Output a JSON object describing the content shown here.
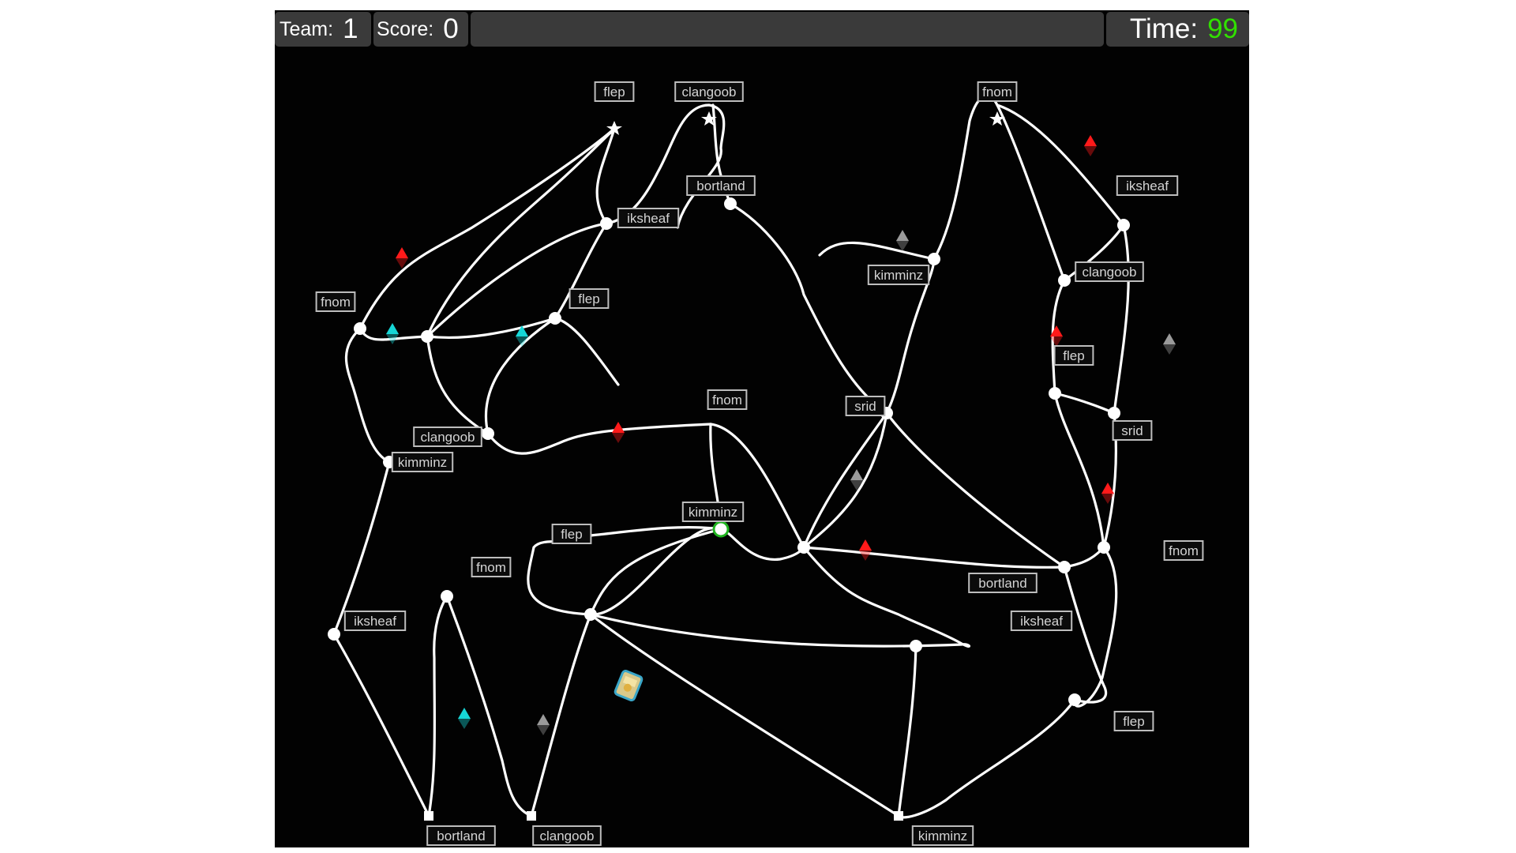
{
  "hud": {
    "team_label": "Team:",
    "team_value": "1",
    "score_label": "Score:",
    "score_value": "0",
    "time_label": "Time:",
    "time_value": "99"
  },
  "colors": {
    "background": "#020202",
    "road": "#ffffff",
    "hud_panel": "#3a3a3a",
    "time_value": "#31e000",
    "current_node_ring": "#1fb41f",
    "red_marker": "#ff1a1a",
    "cyan_marker": "#16d6d6",
    "gray_marker": "#9a9a9a",
    "label_border": "#bdbdbd",
    "label_text": "#d4d4d4"
  },
  "icons": {
    "destination": "star-icon",
    "depot": "square-icon",
    "junction": "circle-icon",
    "marker": "triangle-icon",
    "vehicle": "car-icon"
  },
  "map": {
    "labels": [
      "flep",
      "clangoob",
      "fnom",
      "bortland",
      "iksheaf",
      "kimminz",
      "fnom",
      "flep",
      "iksheaf",
      "clangoob",
      "clangoob",
      "fnom",
      "flep",
      "srid",
      "srid",
      "kimminz",
      "kimminz",
      "flep",
      "fnom",
      "fnom",
      "bortland",
      "iksheaf",
      "iksheaf",
      "flep",
      "bortland",
      "clangoob",
      "kimminz"
    ]
  }
}
